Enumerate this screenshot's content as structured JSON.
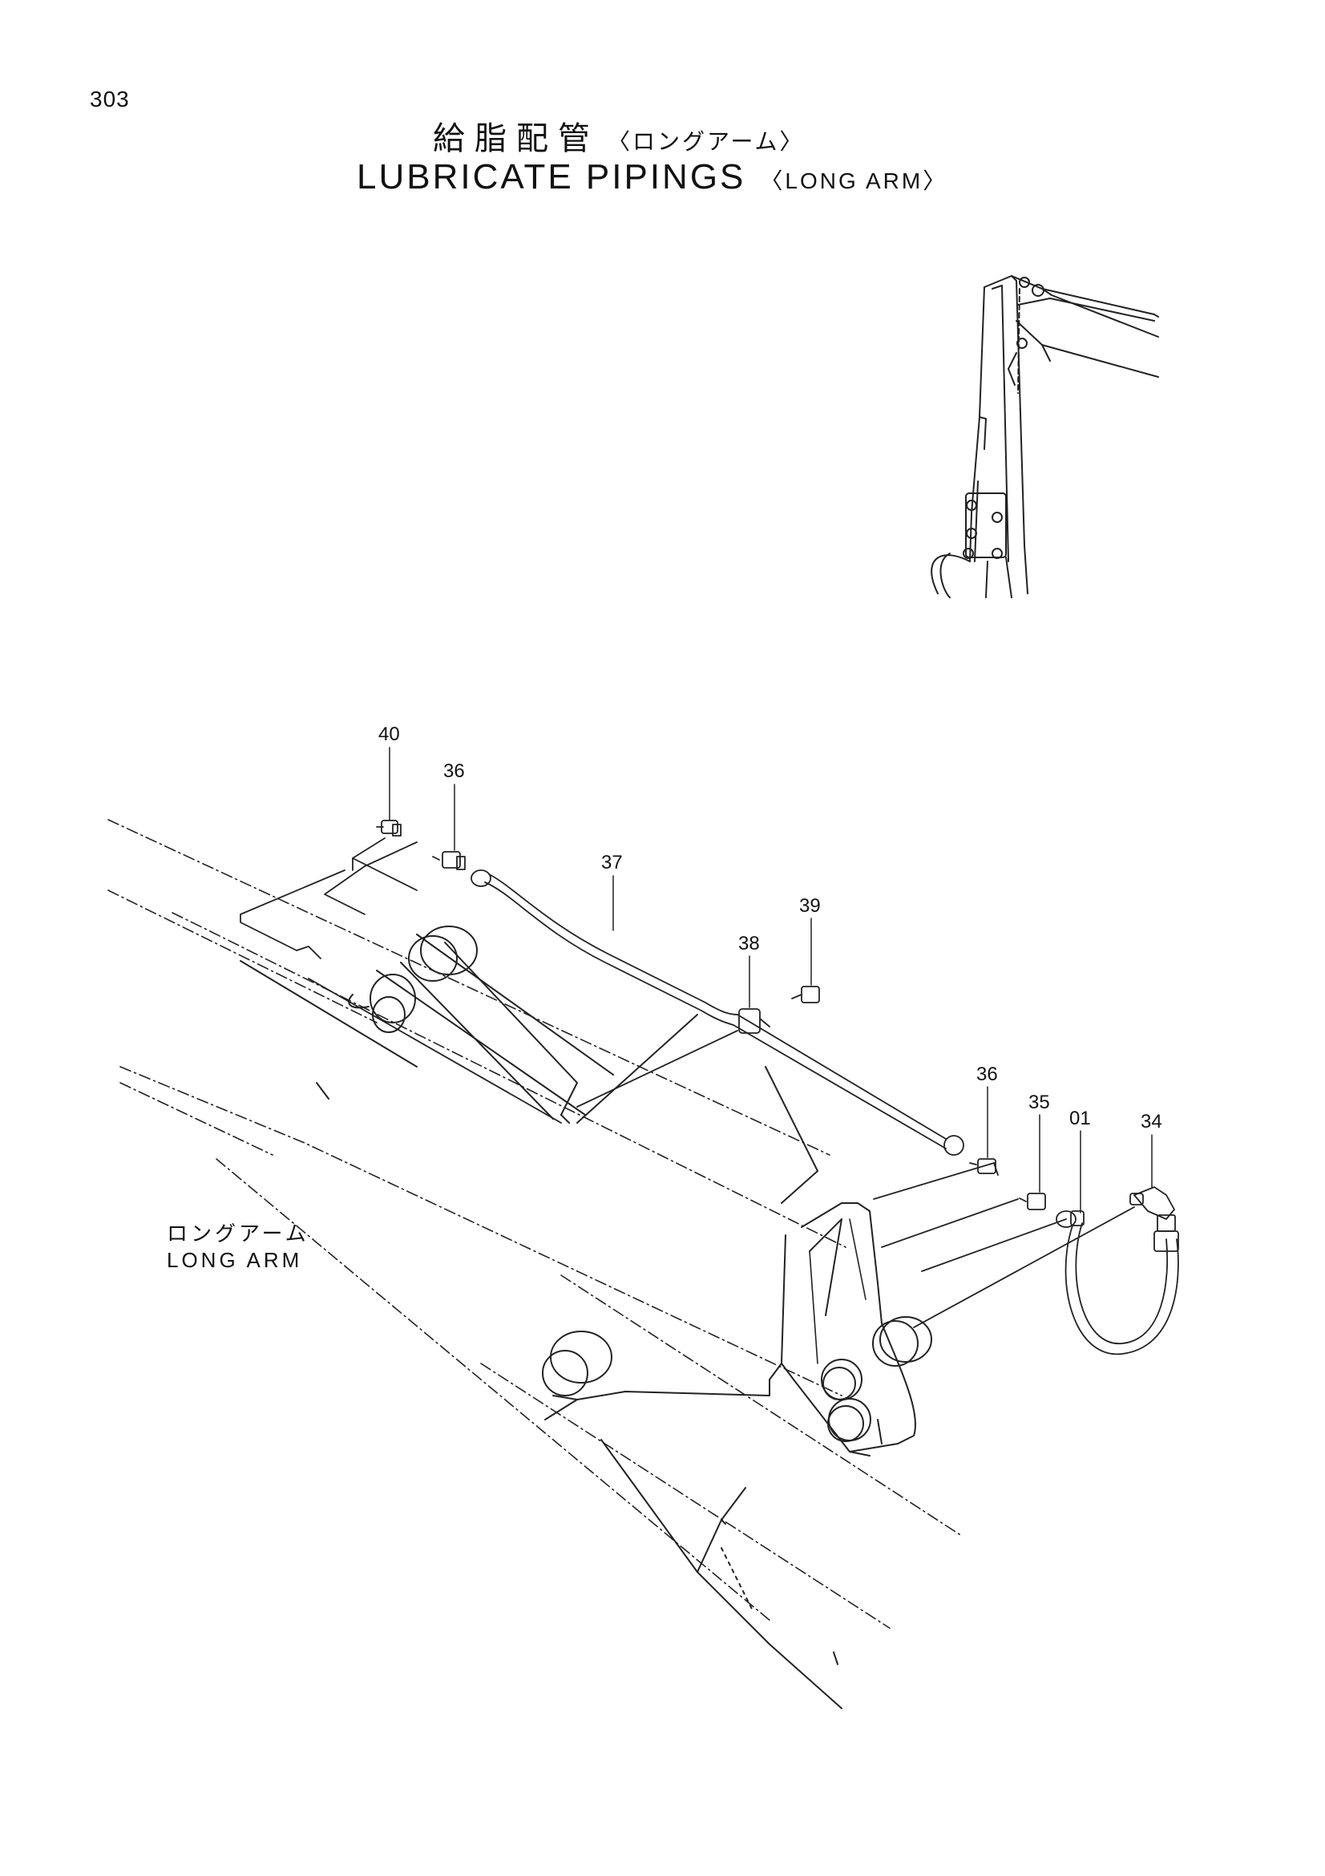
{
  "page": {
    "number": "303"
  },
  "title": {
    "japanese": "給脂配管",
    "japanese_sub": "〈ロングアーム〉",
    "english": "LUBRICATE PIPINGS",
    "english_sub": "〈LONG ARM〉"
  },
  "side_labels": {
    "japanese": "ロングアーム",
    "english": "LONG ARM"
  },
  "parts": [
    {
      "id": "40"
    },
    {
      "id": "36"
    },
    {
      "id": "37"
    },
    {
      "id": "39"
    },
    {
      "id": "38"
    },
    {
      "id": "36"
    },
    {
      "id": "35"
    },
    {
      "id": "01"
    },
    {
      "id": "34"
    }
  ]
}
